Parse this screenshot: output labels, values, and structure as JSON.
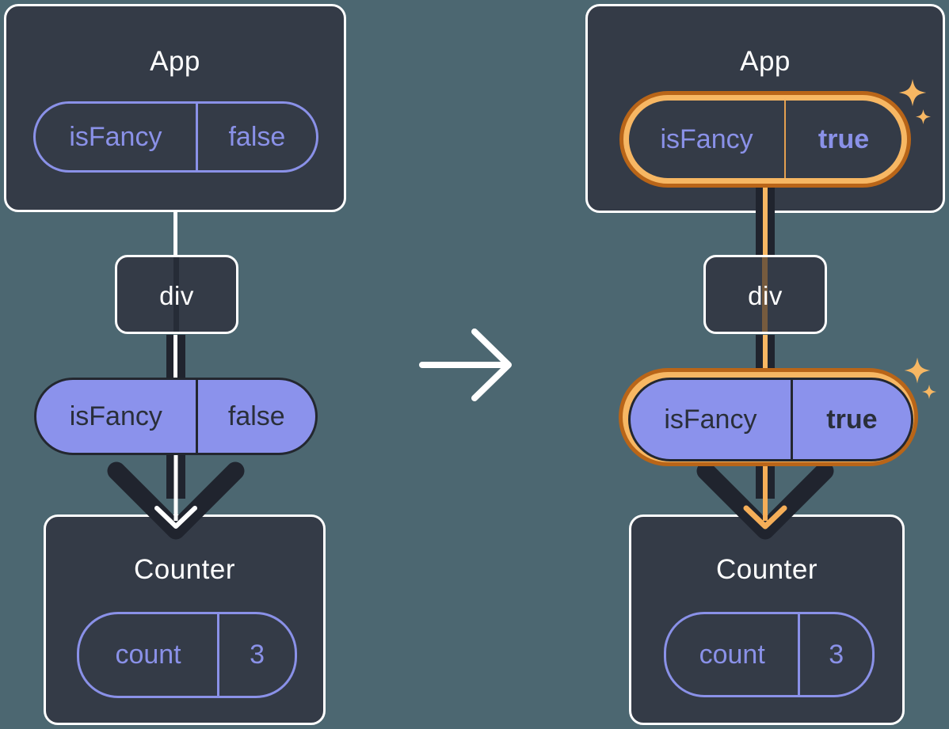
{
  "page": {
    "background_color": "#4C6771",
    "description": "Before/after component tree diagram showing the isFancy prop passed from App through div to Counter"
  },
  "colors": {
    "card_background": "#343B47",
    "card_border": "#FFFFFF",
    "purple_outline": "#8A91E8",
    "purple_fill": "#8B92EC",
    "dark_text": "#2A2F3A",
    "thread_dark": "#20242E",
    "highlight_orange_dark": "#B96518",
    "highlight_orange_light": "#F7B763",
    "white": "#FFFFFF"
  },
  "icons": {
    "transition": "arrow-right-icon",
    "highlight": "sparkle-icon",
    "flow": "arrowhead-down-icon"
  },
  "before": {
    "app": {
      "title": "App"
    },
    "app_prop": {
      "name": "isFancy",
      "value": "false"
    },
    "div_node": {
      "label": "div"
    },
    "passed_prop": {
      "name": "isFancy",
      "value": "false"
    },
    "counter": {
      "title": "Counter"
    },
    "counter_state": {
      "name": "count",
      "value": "3"
    }
  },
  "after": {
    "app": {
      "title": "App"
    },
    "app_prop": {
      "name": "isFancy",
      "value": "true"
    },
    "div_node": {
      "label": "div"
    },
    "passed_prop": {
      "name": "isFancy",
      "value": "true"
    },
    "counter": {
      "title": "Counter"
    },
    "counter_state": {
      "name": "count",
      "value": "3"
    }
  }
}
